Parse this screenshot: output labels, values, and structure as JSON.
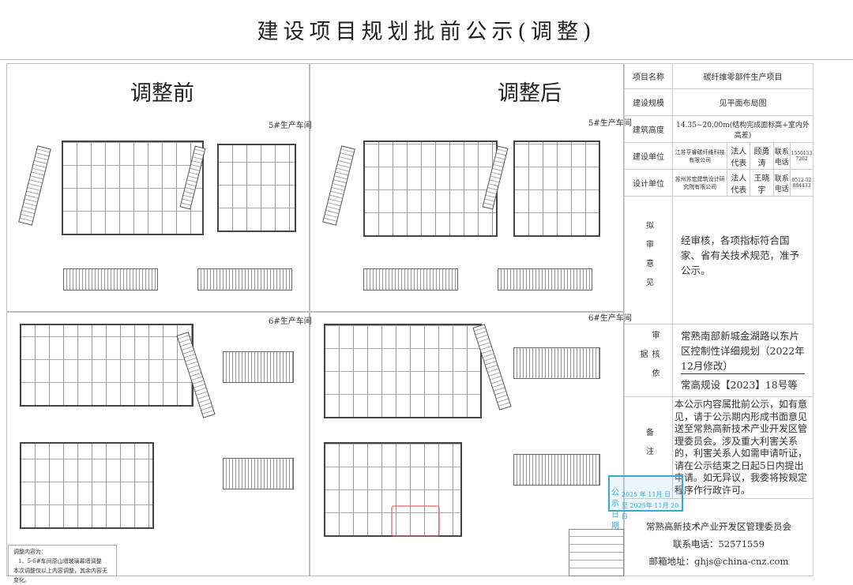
{
  "title": "建设项目规划批前公示(调整)",
  "headers": {
    "before": "调整前",
    "after": "调整后"
  },
  "buildings": {
    "b5": "5#生产车间",
    "b6": "6#生产车间"
  },
  "table": {
    "rows": [
      {
        "label": "项目名称",
        "value": "碳纤维零部件生产项目"
      },
      {
        "label": "建设规模",
        "value": "见平面布局图"
      },
      {
        "label": "建筑高度",
        "value": "14.35~20.00m(结构完成面标高+室内外高差)"
      }
    ],
    "builder": {
      "label": "建设单位",
      "name": "江苏亨睿碳纤维科技有限公司",
      "rep_label": "法人代表",
      "rep": "顾勇涛",
      "phone_label": "联系电话",
      "phone": "15501537262"
    },
    "designer": {
      "label": "设计单位",
      "name": "苏州苏宏建筑设计研究院有限公司",
      "rep_label": "法人代表",
      "rep": "王晓宇",
      "phone_label": "联系电话",
      "phone": "0512-52884433"
    },
    "opinion": {
      "label": "拟审意见",
      "text": "经审核，各项指标符合国家、省有关技术规范，准予公示。"
    },
    "basis": {
      "label": "审核依据",
      "line1": "常熟南部新城金湖路以东片区控制性详细规划（2022年12月修改）",
      "line2": "常高规设【2023】18号等"
    },
    "remarks": {
      "label": "备注",
      "text": "本公示内容属批前公示，如有意见，请于公示期内形成书面意见送至常熟高新技术产业开发区管理委员会。涉及重大利害关系的，利害关系人如需申请听证，请在公示结束之日起5日内提出申请。如无异议，我委将按规定程序作行政许可。"
    },
    "footer": {
      "org": "常熟高新技术产业开发区管理委员会",
      "phone": "联系电话：52571559",
      "email": "邮箱地址：ghjs@china-cnz.com"
    }
  },
  "notes": {
    "title": "调整内容为：",
    "item": "1、5-6#车间原山墙玻璃幕墙调整",
    "summary": "本次调整仅以上内容调整，其余内容无变化。"
  },
  "stamps": {
    "blue_label": "公示日期",
    "blue_line1": "2025 年 11月 日",
    "blue_line2": "至 2025年 11月 20日"
  },
  "colors": {
    "stamp_blue": "#3aa7d6",
    "stamp_red": "#e0606a"
  }
}
